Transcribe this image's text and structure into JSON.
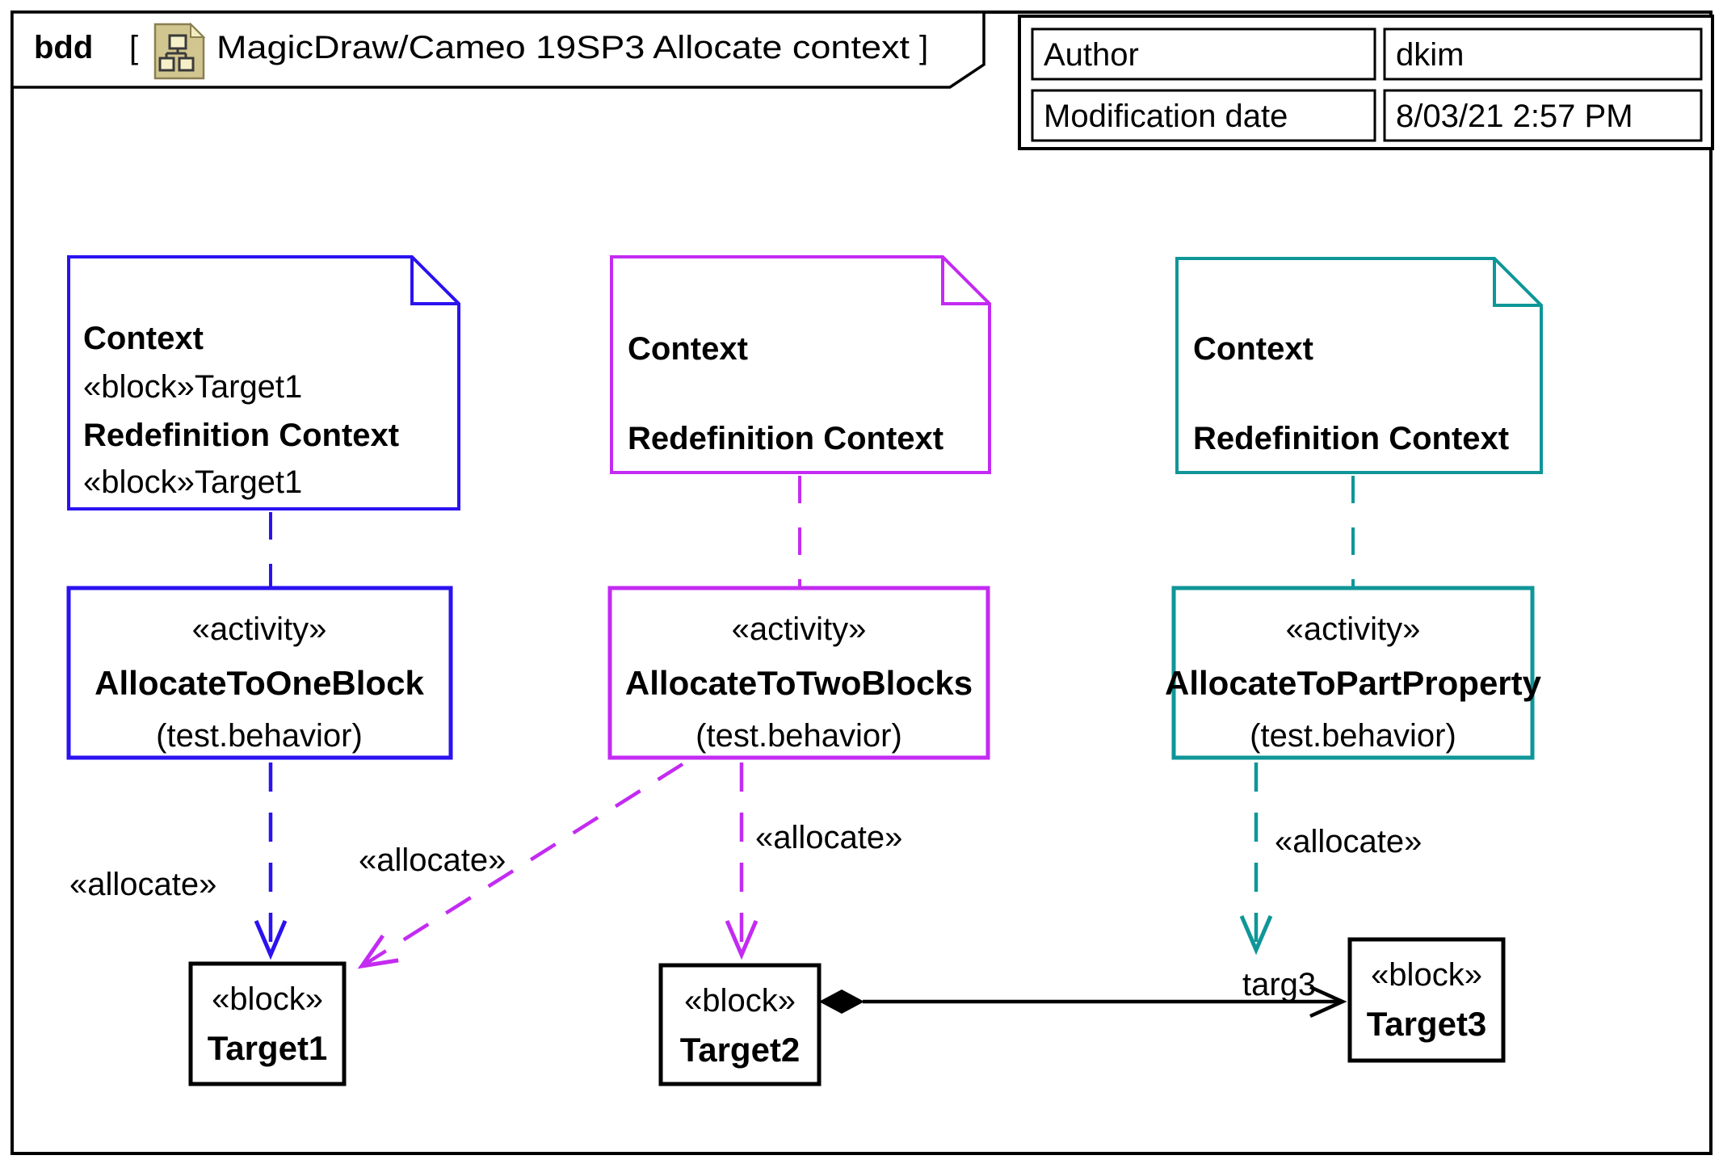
{
  "header": {
    "kind": "bdd",
    "bracket_open": "[",
    "bracket_close": "]",
    "title": "MagicDraw/Cameo 19SP3 Allocate context",
    "icon": "bdd-diagram-icon"
  },
  "info_table": {
    "rows": [
      {
        "label": "Author",
        "value": "dkim"
      },
      {
        "label": "Modification date",
        "value": "8/03/21 2:57 PM"
      }
    ]
  },
  "colors": {
    "blue": "#2B12F0",
    "magenta": "#C32BF2",
    "teal": "#0F9698",
    "black": "#000000",
    "icon_bg": "#D2C690",
    "icon_border": "#8A7F52",
    "icon_square": "#F6F0C8",
    "icon_line": "#3A3A3A"
  },
  "notes": [
    {
      "color": "blue",
      "line1": "Context",
      "line2": "«block»Target1",
      "line3": "Redefinition Context",
      "line4": "«block»Target1"
    },
    {
      "color": "magenta",
      "line1": "Context",
      "line2": "Redefinition Context"
    },
    {
      "color": "teal",
      "line1": "Context",
      "line2": "Redefinition Context"
    }
  ],
  "activities": [
    {
      "stereotype": "«activity»",
      "name": "AllocateToOneBlock",
      "qualifier": "(test.behavior)",
      "color": "blue"
    },
    {
      "stereotype": "«activity»",
      "name": "AllocateToTwoBlocks",
      "qualifier": "(test.behavior)",
      "color": "magenta"
    },
    {
      "stereotype": "«activity»",
      "name": "AllocateToPartProperty",
      "qualifier": "(test.behavior)",
      "color": "teal"
    }
  ],
  "blocks": [
    {
      "stereotype": "«block»",
      "name": "Target1"
    },
    {
      "stereotype": "«block»",
      "name": "Target2"
    },
    {
      "stereotype": "«block»",
      "name": "Target3"
    }
  ],
  "edges": {
    "allocate_blue_label": "«allocate»",
    "allocate_magenta_diagonal_label": "«allocate»",
    "allocate_magenta_vertical_label": "«allocate»",
    "allocate_teal_label": "«allocate»",
    "part_end_label": "targ3"
  }
}
